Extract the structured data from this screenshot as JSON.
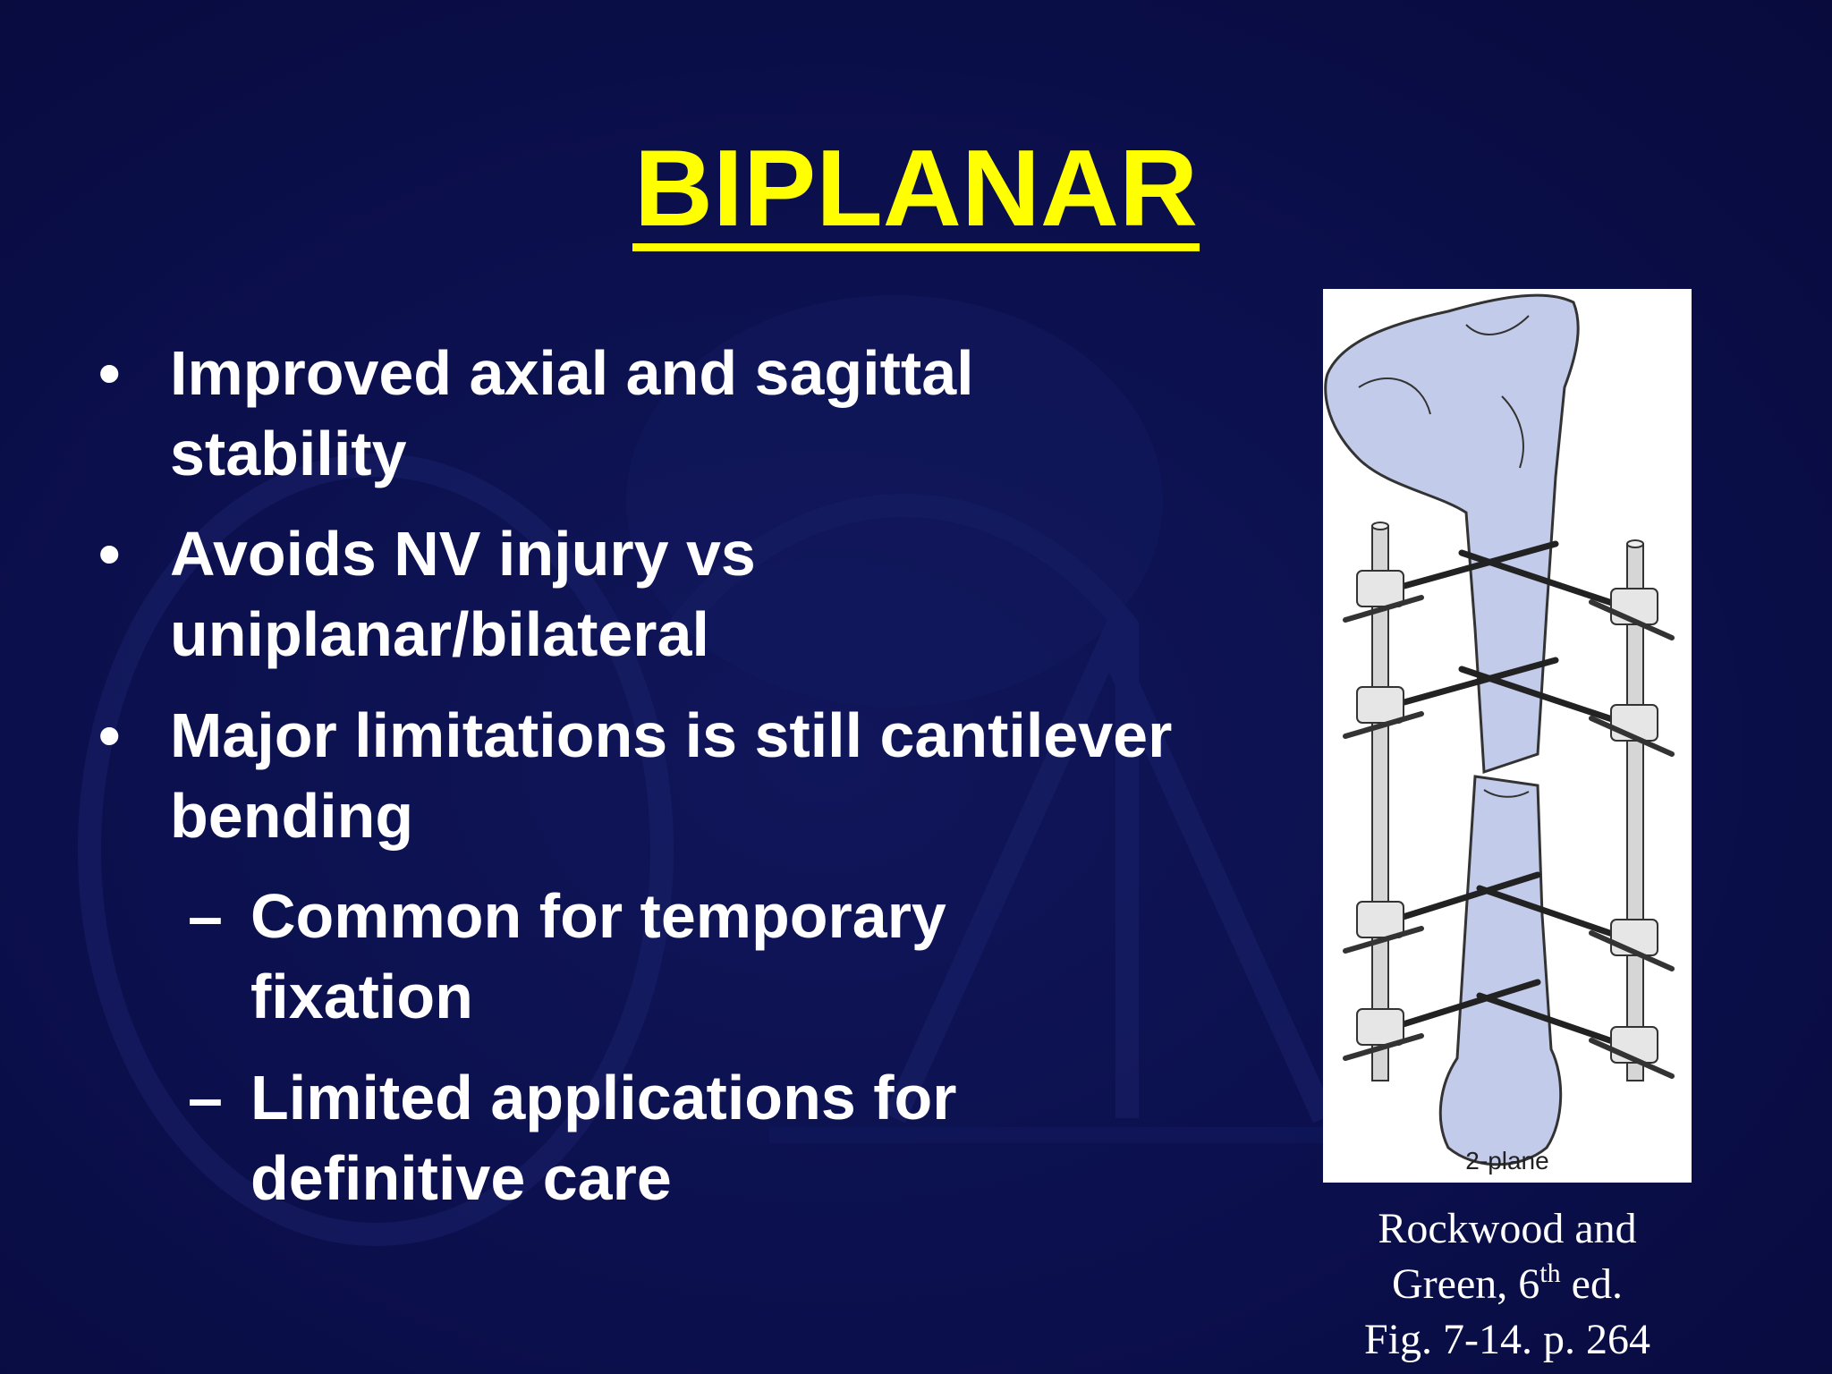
{
  "slide": {
    "title": "BIPLANAR",
    "bullets": [
      {
        "marker": "•",
        "lines": [
          "Improved axial and sagittal",
          "stability"
        ]
      },
      {
        "marker": "•",
        "lines": [
          "Avoids NV injury vs",
          "uniplanar/bilateral"
        ]
      },
      {
        "marker": "•",
        "lines": [
          "Major limitations is still cantilever",
          "bending"
        ]
      }
    ],
    "subbullets": [
      {
        "marker": "–",
        "lines": [
          "Common for temporary",
          "fixation"
        ]
      },
      {
        "marker": "–",
        "lines": [
          "Limited applications for",
          "definitive care"
        ]
      }
    ],
    "figure": {
      "label": "2-plane"
    },
    "caption": {
      "line1": "Rockwood and",
      "line2_pre": "Green, 6",
      "line2_sup": "th",
      "line2_post": " ed.",
      "line3": "Fig. 7-14. p. 264"
    }
  },
  "colors": {
    "background": "#0b0f4a",
    "title": "#ffff00",
    "text": "#ffffff",
    "bone": "#c3cbea"
  }
}
